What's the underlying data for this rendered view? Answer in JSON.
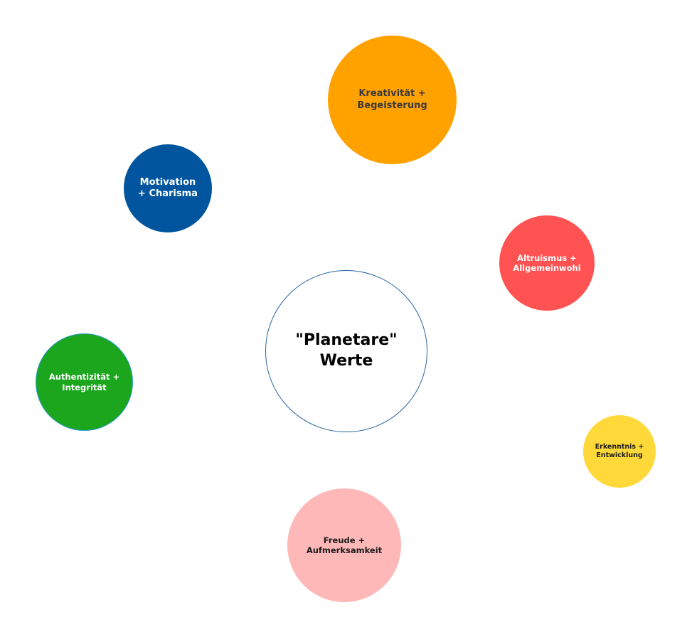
{
  "center": {
    "label": "\"Planetare\"\nWerte",
    "text_color": "#000000",
    "border_color": "#2a63a0"
  },
  "nodes": [
    {
      "id": "kreativitaet",
      "label": "Kreativität +\nBegeisterung",
      "fill": "#ffa200",
      "text_color": "#3a3a3a"
    },
    {
      "id": "motivation",
      "label": "Motivation\n+ Charisma",
      "fill": "#00559e",
      "text_color": "#ffffff"
    },
    {
      "id": "altruismus",
      "label": "Altruismus +\nAllgemeinwohl",
      "fill": "#ff5353",
      "text_color": "#ffffff"
    },
    {
      "id": "authentizitaet",
      "label": "Authentizität +\nIntegrität",
      "fill": "#1ba61e",
      "text_color": "#ffffff"
    },
    {
      "id": "erkenntnis",
      "label": "Erkenntnis +\nEntwicklung",
      "fill": "#ffd93a",
      "text_color": "#1a1a1a"
    },
    {
      "id": "freude",
      "label": "Freude +\nAufmerksamkeit",
      "fill": "#ffb8b8",
      "text_color": "#1a1a1a"
    }
  ]
}
